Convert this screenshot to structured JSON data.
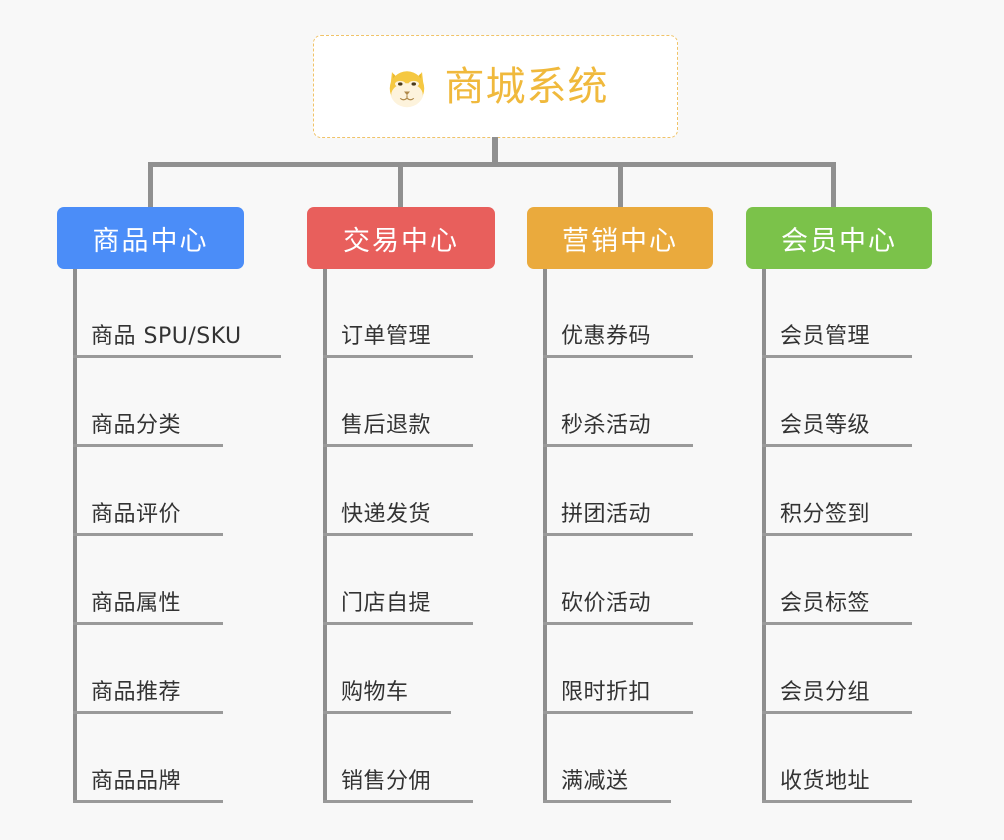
{
  "canvas": {
    "background": "#f8f8f8",
    "connector_color": "#909090"
  },
  "root": {
    "label": "商城系统",
    "icon": "dog-face-emoji",
    "text_color": "#f0b93c",
    "border_color": "#f0c368",
    "background": "#ffffff"
  },
  "branches": [
    {
      "label": "商品中心",
      "color": "#4b8df8",
      "leaves": [
        {
          "label": "商品 SPU/SKU",
          "underline_width": 208
        },
        {
          "label": "商品分类",
          "underline_width": 150
        },
        {
          "label": "商品评价",
          "underline_width": 150
        },
        {
          "label": "商品属性",
          "underline_width": 150
        },
        {
          "label": "商品推荐",
          "underline_width": 150
        },
        {
          "label": "商品品牌",
          "underline_width": 150
        }
      ]
    },
    {
      "label": "交易中心",
      "color": "#e85f5c",
      "leaves": [
        {
          "label": "订单管理",
          "underline_width": 150
        },
        {
          "label": "售后退款",
          "underline_width": 150
        },
        {
          "label": "快递发货",
          "underline_width": 150
        },
        {
          "label": "门店自提",
          "underline_width": 150
        },
        {
          "label": "购物车",
          "underline_width": 128
        },
        {
          "label": "销售分佣",
          "underline_width": 150
        }
      ]
    },
    {
      "label": "营销中心",
      "color": "#eaaa3d",
      "leaves": [
        {
          "label": "优惠券码",
          "underline_width": 150
        },
        {
          "label": "秒杀活动",
          "underline_width": 150
        },
        {
          "label": "拼团活动",
          "underline_width": 150
        },
        {
          "label": "砍价活动",
          "underline_width": 150
        },
        {
          "label": "限时折扣",
          "underline_width": 150
        },
        {
          "label": "满减送",
          "underline_width": 128
        }
      ]
    },
    {
      "label": "会员中心",
      "color": "#7bc24a",
      "leaves": [
        {
          "label": "会员管理",
          "underline_width": 150
        },
        {
          "label": "会员等级",
          "underline_width": 150
        },
        {
          "label": "积分签到",
          "underline_width": 150
        },
        {
          "label": "会员标签",
          "underline_width": 150
        },
        {
          "label": "会员分组",
          "underline_width": 150
        },
        {
          "label": "收货地址",
          "underline_width": 150
        }
      ]
    }
  ]
}
